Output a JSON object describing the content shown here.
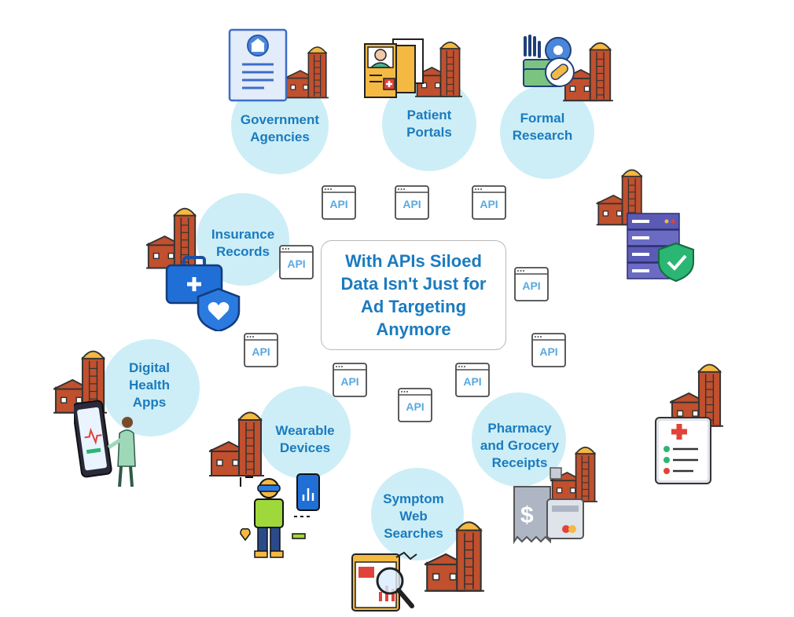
{
  "title": "With APIs Siloed\nData Isn't Just for\nAd Targeting\nAnymore",
  "api_label": "API",
  "nodes": [
    {
      "label": "Government\nAgencies"
    },
    {
      "label": "Patient\nPortals"
    },
    {
      "label": "Formal\nResearch"
    },
    {
      "label": "Insurance\nRecords"
    },
    {
      "label": "Digital\nHealth\nApps"
    },
    {
      "label": "Wearable\nDevices"
    },
    {
      "label": "Symptom\nWeb\nSearches"
    },
    {
      "label": "Pharmacy\nand Grocery\nReceipts"
    }
  ],
  "colors": {
    "bubble": "#cdeef6",
    "label": "#1b7bbf",
    "silo": "#c0502e",
    "silo_dome": "#f4b942",
    "api_text": "#5aa9e0"
  },
  "icons": [
    "silo-icon",
    "government-document-icon",
    "patient-file-icon",
    "research-icon",
    "insurance-kit-icon",
    "server-shield-icon",
    "phone-health-app-icon",
    "wearable-person-icon",
    "web-search-icon",
    "receipt-icon",
    "checklist-icon",
    "api-window-icon"
  ]
}
